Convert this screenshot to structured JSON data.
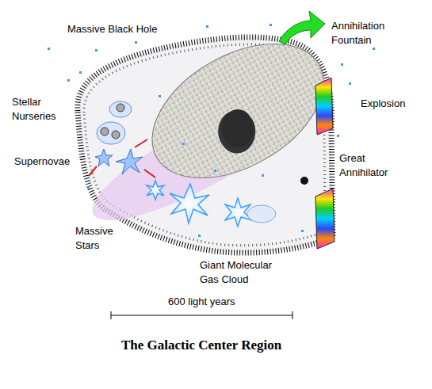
{
  "diagram": {
    "title": "The Galactic Center Region",
    "labels": [
      "Massive Black Hole",
      "Annihilation Fountain",
      "Stellar Nurseries",
      "Explosion",
      "Supernovae",
      "Great Annihilator",
      "Massive Stars",
      "Giant Molecular Gas Cloud",
      "600 light years"
    ]
  }
}
